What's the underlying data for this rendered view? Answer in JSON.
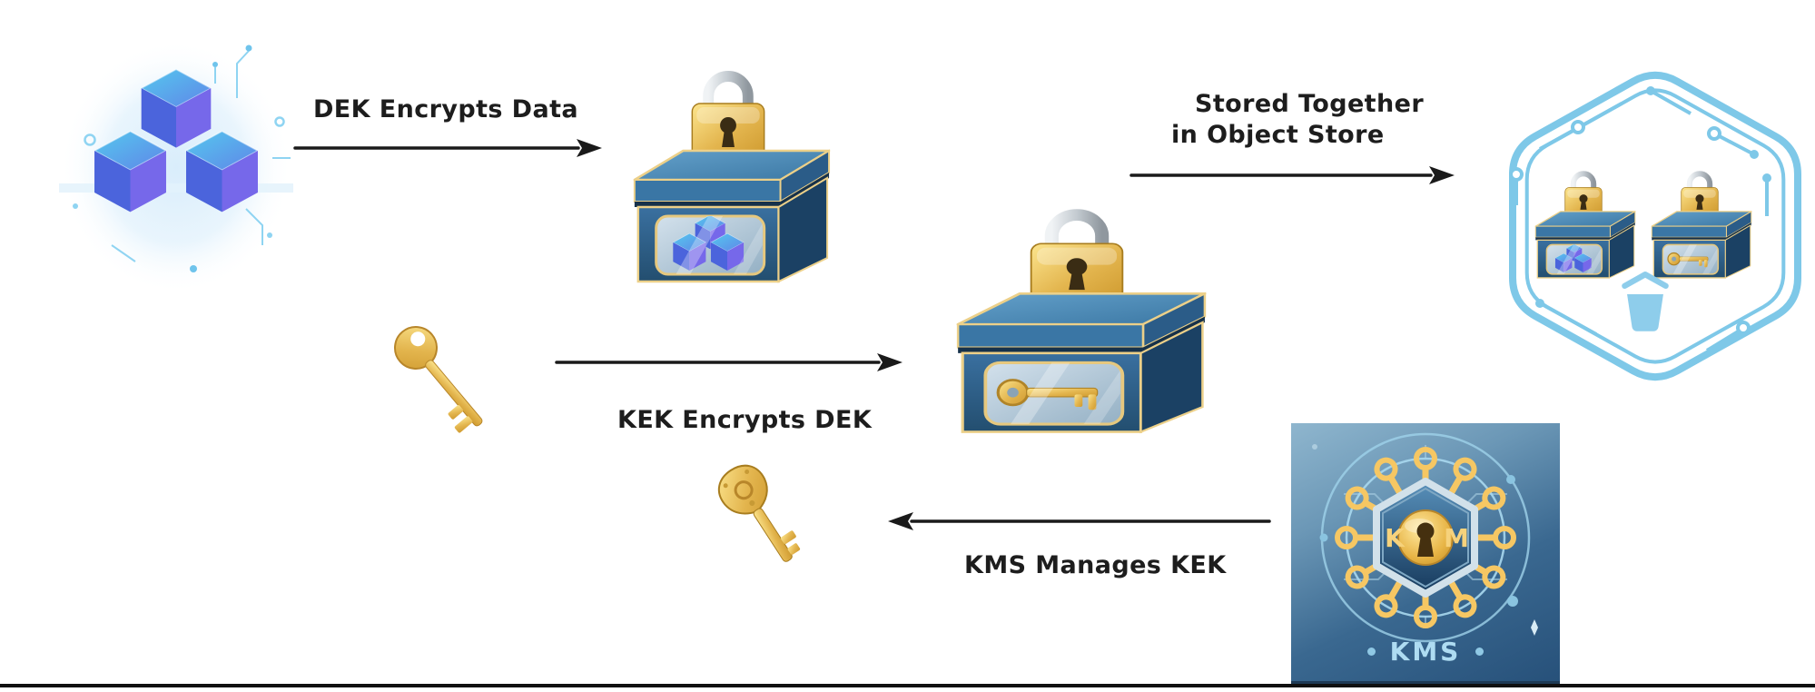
{
  "edges": {
    "dek": {
      "label": "DEK Encrypts Data"
    },
    "kek": {
      "label": "KEK Encrypts DEK"
    },
    "store": {
      "label_line1": "Stored Together",
      "label_line2": "in Object Store"
    },
    "kms": {
      "label": "KMS Manages KEK"
    }
  },
  "nodes": {
    "kms_tile": {
      "emblem_left": "K",
      "emblem_right": "M",
      "caption": "KMS"
    }
  },
  "icons": {
    "data_cubes": "data-cubes-icon",
    "dek_key": "gold-key-icon",
    "encrypted_data_chest": "locked-chest-cubes-icon",
    "encrypted_dek_chest": "locked-chest-key-icon",
    "object_store": "hexagon-object-store-icon",
    "bucket": "bucket-icon",
    "kek_key": "ornate-gold-key-icon",
    "kms_emblem": "kms-lock-hexagon-icon"
  },
  "colors": {
    "background": "#ffffff",
    "arrow": "#1a1a1a",
    "label_text": "#1d1d1d",
    "chest_blue": "#2e5f8a",
    "trim_gold": "#ecd089",
    "lock_gold": "#e3b54e",
    "cube_blue": "#4b64dc",
    "cube_purple": "#7668ea",
    "hex_outline": "#7ec8e8",
    "kms_key_gold": "#f6c763",
    "kms_caption": "#aedcf2",
    "bottom_rule": "#101010"
  }
}
